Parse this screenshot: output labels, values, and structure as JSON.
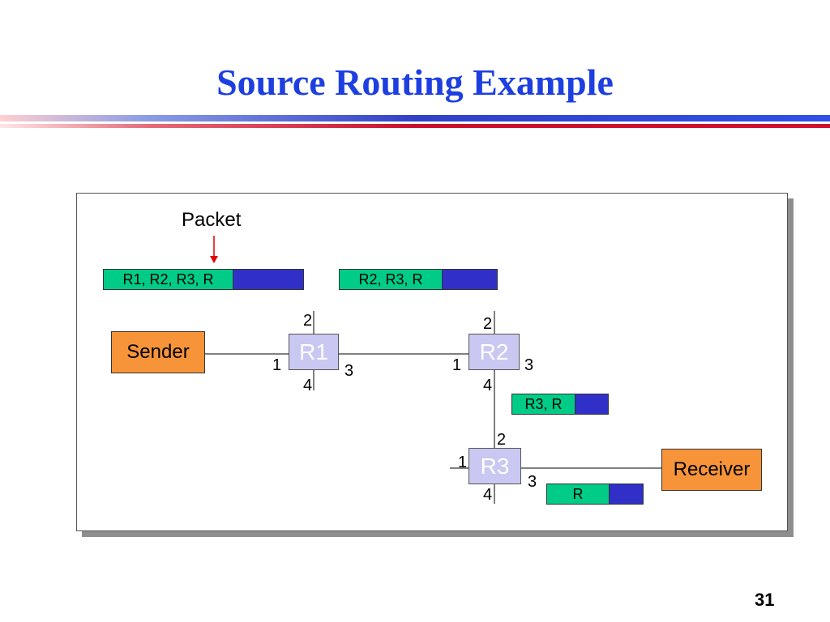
{
  "slide": {
    "title": "Source Routing Example",
    "page_number": "31"
  },
  "diagram": {
    "packet_label": "Packet",
    "sender": "Sender",
    "receiver": "Receiver",
    "routers": [
      {
        "name": "R1",
        "ports": {
          "p1": "1",
          "p2": "2",
          "p3": "3",
          "p4": "4"
        }
      },
      {
        "name": "R2",
        "ports": {
          "p1": "1",
          "p2": "2",
          "p3": "3",
          "p4": "4"
        }
      },
      {
        "name": "R3",
        "ports": {
          "p1": "1",
          "p2": "2",
          "p3": "3",
          "p4": "4"
        }
      }
    ],
    "packets": [
      {
        "header": "R1, R2, R3, R"
      },
      {
        "header": "R2, R3, R"
      },
      {
        "header": "R3, R"
      },
      {
        "header": "R"
      }
    ],
    "colors": {
      "title": "#1e3fe0",
      "host": "#f7943a",
      "router": "#c9c8f2",
      "packet_header": "#00cc88",
      "packet_payload": "#3030c8",
      "arrow": "#e00000"
    }
  }
}
